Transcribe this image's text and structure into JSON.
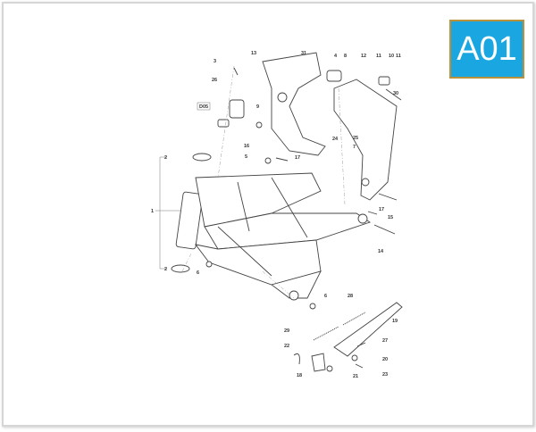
{
  "badge": {
    "code": "A01",
    "fill": "#1aa6e0",
    "border": "#b8913a"
  },
  "diagram": {
    "callouts": [
      "31",
      "13",
      "3",
      "26",
      "D05",
      "9",
      "4",
      "8",
      "12",
      "11",
      "10",
      "11",
      "30",
      "16",
      "5",
      "2",
      "17",
      "24",
      "7",
      "25",
      "1",
      "17",
      "15",
      "14",
      "2",
      "6",
      "6",
      "28",
      "19",
      "29",
      "27",
      "22",
      "20",
      "18",
      "21",
      "23"
    ],
    "boxed_label": "D05"
  }
}
